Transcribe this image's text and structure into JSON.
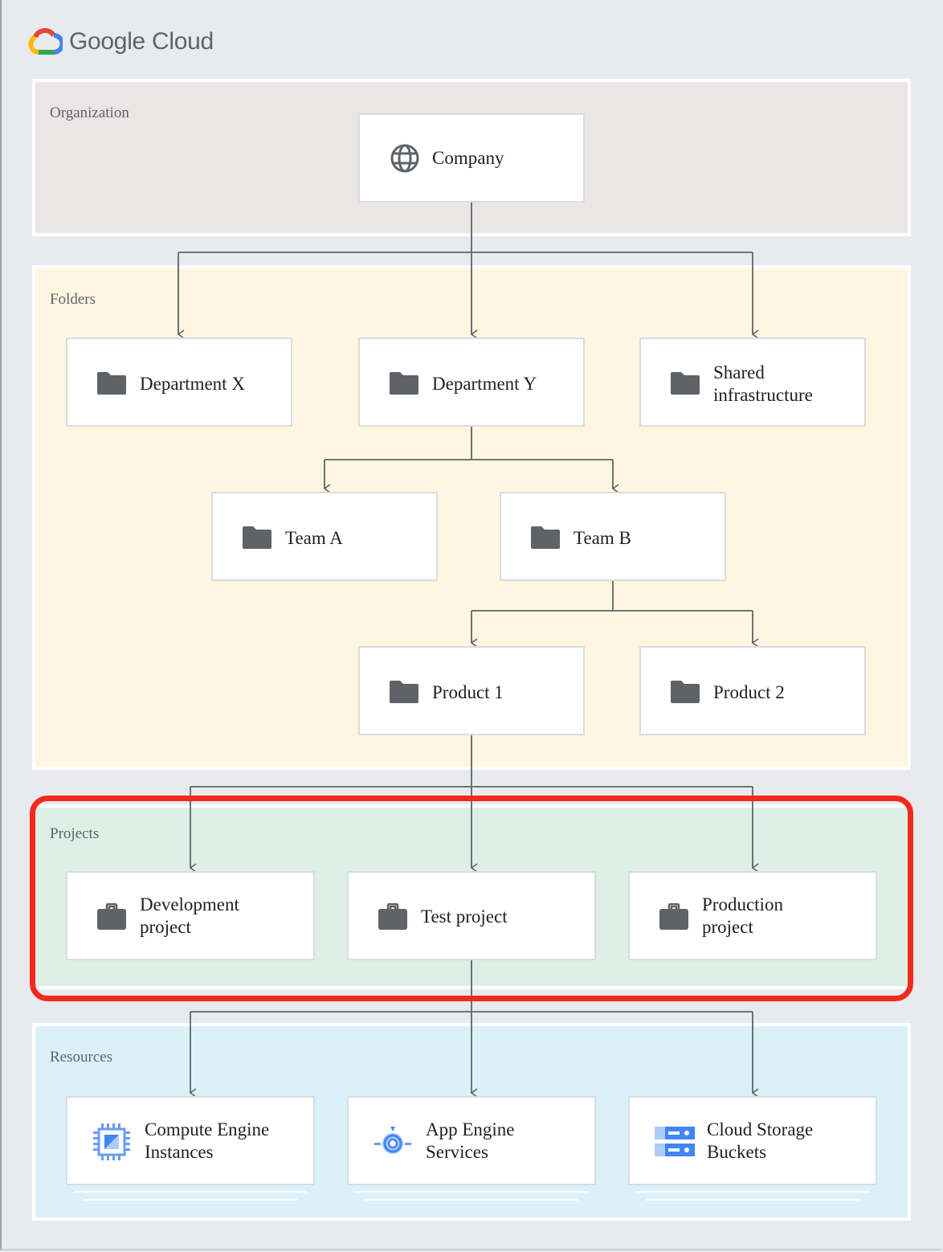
{
  "brand": {
    "name": "Google Cloud",
    "icon": "google-cloud-logo-icon"
  },
  "sections": {
    "organization": "Organization",
    "folders": "Folders",
    "projects": "Projects",
    "resources": "Resources"
  },
  "nodes": {
    "company": {
      "label": "Company",
      "icon": "globe-icon"
    },
    "department_x": {
      "label": "Department X",
      "icon": "folder-icon"
    },
    "department_y": {
      "label": "Department Y",
      "icon": "folder-icon"
    },
    "shared_infra": {
      "line1": "Shared",
      "line2": "infrastructure",
      "icon": "folder-icon"
    },
    "team_a": {
      "label": "Team A",
      "icon": "folder-icon"
    },
    "team_b": {
      "label": "Team B",
      "icon": "folder-icon"
    },
    "product_1": {
      "label": "Product 1",
      "icon": "folder-icon"
    },
    "product_2": {
      "label": "Product 2",
      "icon": "folder-icon"
    },
    "dev_project": {
      "line1": "Development",
      "line2": "project",
      "icon": "briefcase-icon"
    },
    "test_project": {
      "label": "Test project",
      "icon": "briefcase-icon"
    },
    "prod_project": {
      "line1": "Production",
      "line2": "project",
      "icon": "briefcase-icon"
    },
    "compute_engine": {
      "line1": "Compute Engine",
      "line2": "Instances",
      "icon": "compute-engine-icon"
    },
    "app_engine": {
      "line1": "App Engine",
      "line2": "Services",
      "icon": "app-engine-icon"
    },
    "cloud_storage": {
      "line1": "Cloud Storage",
      "line2": "Buckets",
      "icon": "cloud-storage-icon"
    }
  },
  "colors": {
    "highlight": "#f3291e",
    "organization_bg": "#eae6e5",
    "folders_bg": "#fef6e0",
    "projects_bg": "#ddefe6",
    "resources_bg": "#dbf1fa"
  }
}
